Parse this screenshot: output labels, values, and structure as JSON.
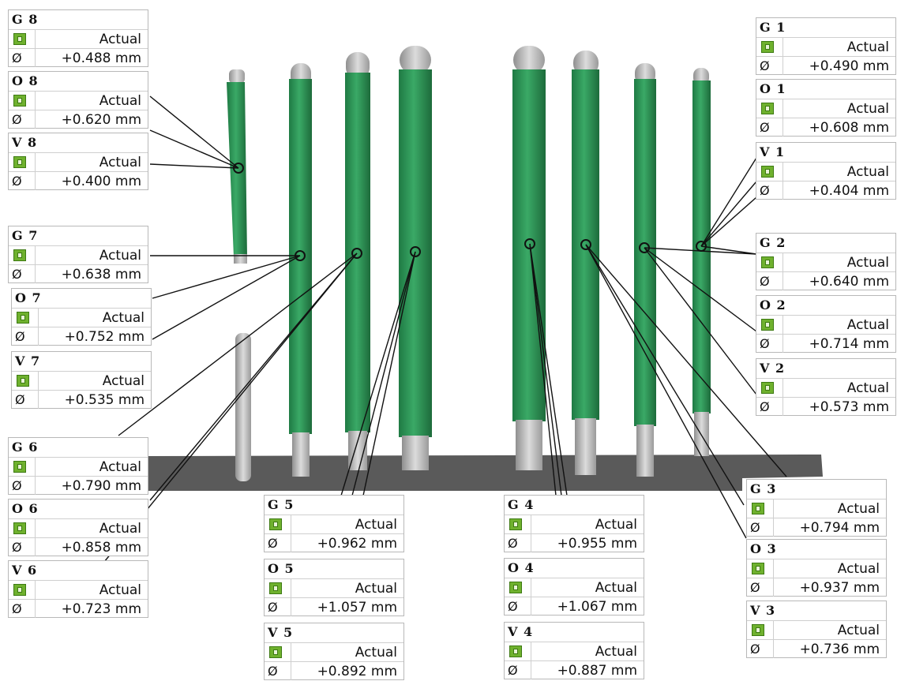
{
  "colors": {
    "pin_fill": "#2f9858",
    "pin_edge": "#1d6b3b",
    "metal": "#b8b8b8",
    "base": "#555555"
  },
  "labels": [
    {
      "id": "G 8",
      "kind": "Actual",
      "value": "+0.488 mm"
    },
    {
      "id": "O 8",
      "kind": "Actual",
      "value": "+0.620 mm"
    },
    {
      "id": "V 8",
      "kind": "Actual",
      "value": "+0.400 mm"
    },
    {
      "id": "G 7",
      "kind": "Actual",
      "value": "+0.638 mm"
    },
    {
      "id": "O 7",
      "kind": "Actual",
      "value": "+0.752 mm"
    },
    {
      "id": "V 7",
      "kind": "Actual",
      "value": "+0.535 mm"
    },
    {
      "id": "G 6",
      "kind": "Actual",
      "value": "+0.790 mm"
    },
    {
      "id": "O 6",
      "kind": "Actual",
      "value": "+0.858 mm"
    },
    {
      "id": "V 6",
      "kind": "Actual",
      "value": "+0.723 mm"
    },
    {
      "id": "G 5",
      "kind": "Actual",
      "value": "+0.962 mm"
    },
    {
      "id": "O 5",
      "kind": "Actual",
      "value": "+1.057 mm"
    },
    {
      "id": "V 5",
      "kind": "Actual",
      "value": "+0.892 mm"
    },
    {
      "id": "G 4",
      "kind": "Actual",
      "value": "+0.955 mm"
    },
    {
      "id": "O 4",
      "kind": "Actual",
      "value": "+1.067 mm"
    },
    {
      "id": "V 4",
      "kind": "Actual",
      "value": "+0.887 mm"
    },
    {
      "id": "G 1",
      "kind": "Actual",
      "value": "+0.490 mm"
    },
    {
      "id": "O 1",
      "kind": "Actual",
      "value": "+0.608 mm"
    },
    {
      "id": "V 1",
      "kind": "Actual",
      "value": "+0.404 mm"
    },
    {
      "id": "G 2",
      "kind": "Actual",
      "value": "+0.640 mm"
    },
    {
      "id": "O 2",
      "kind": "Actual",
      "value": "+0.714 mm"
    },
    {
      "id": "V 2",
      "kind": "Actual",
      "value": "+0.573 mm"
    },
    {
      "id": "G 3",
      "kind": "Actual",
      "value": "+0.794 mm"
    },
    {
      "id": "O 3",
      "kind": "Actual",
      "value": "+0.937 mm"
    },
    {
      "id": "V 3",
      "kind": "Actual",
      "value": "+0.736 mm"
    }
  ],
  "icons": {
    "status": "green-status-icon",
    "diameter": "diameter-symbol"
  },
  "symbols": {
    "diameter": "Ø"
  }
}
